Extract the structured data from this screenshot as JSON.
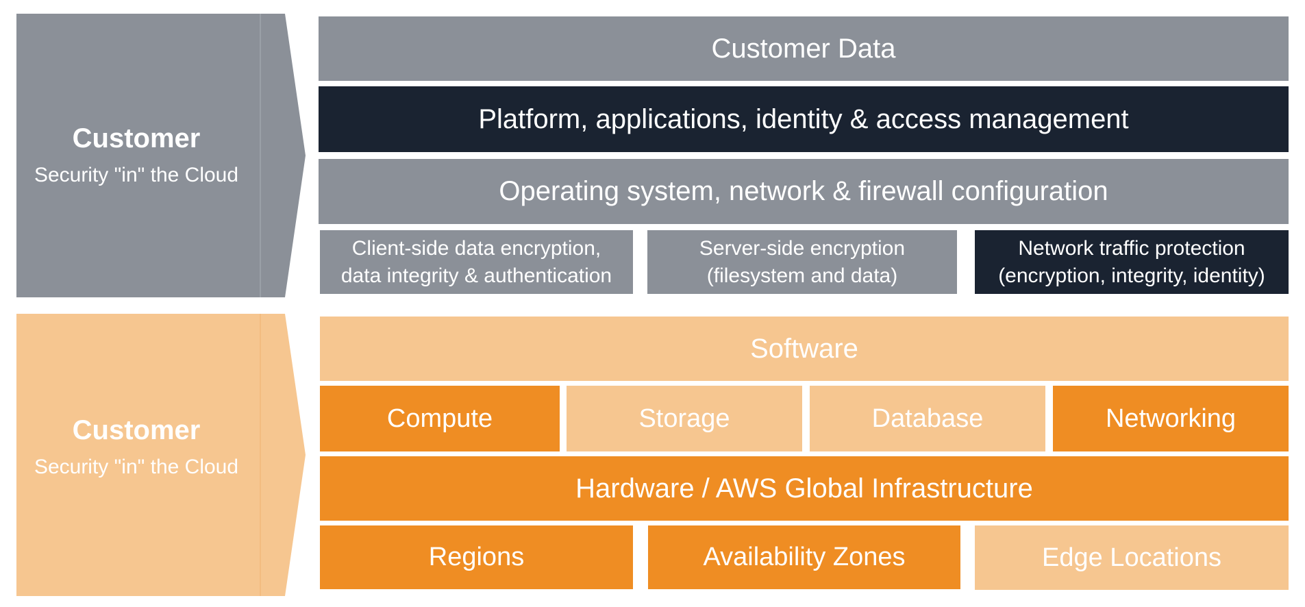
{
  "colors": {
    "gray": "#8b9098",
    "navy": "#1a2331",
    "peach": "#f6c690",
    "orange": "#ef8d23"
  },
  "top_arrow": {
    "title": "Customer",
    "subtitle": "Security \"in\" the Cloud"
  },
  "bottom_arrow": {
    "title": "Customer",
    "subtitle": "Security \"in\" the Cloud"
  },
  "customer_layers": {
    "customer_data": "Customer Data",
    "platform": "Platform, applications, identity & access management",
    "os": "Operating system, network & firewall configuration",
    "client_side_line1": "Client-side data encryption,",
    "client_side_line2": "data integrity & authentication",
    "server_side_line1": "Server-side encryption",
    "server_side_line2": "(filesystem and data)",
    "network_line1": "Network traffic protection",
    "network_line2": "(encryption, integrity, identity)"
  },
  "aws_layers": {
    "software": "Software",
    "compute": "Compute",
    "storage": "Storage",
    "database": "Database",
    "networking": "Networking",
    "hardware": "Hardware / AWS Global Infrastructure",
    "regions": "Regions",
    "availability_zones": "Availability Zones",
    "edge_locations": "Edge Locations"
  }
}
